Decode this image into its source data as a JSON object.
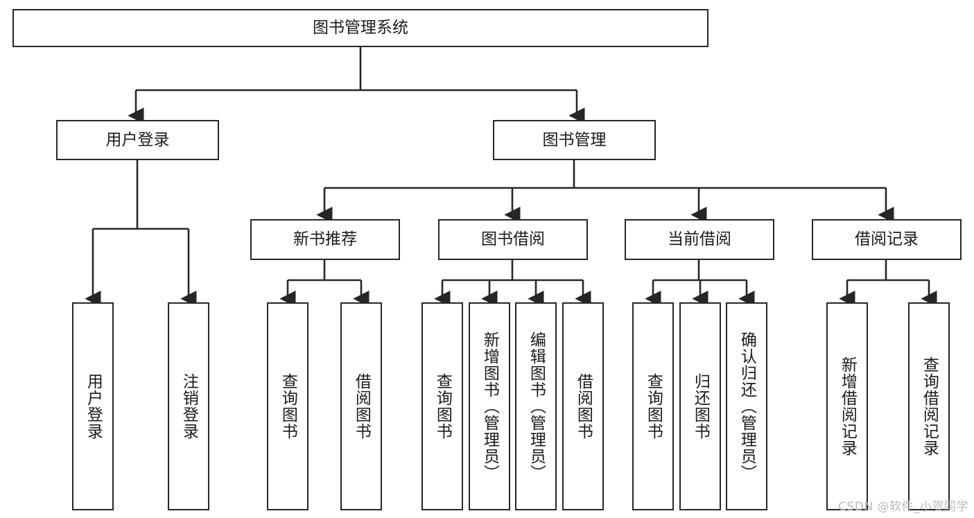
{
  "diagram": {
    "title": "图书管理系统",
    "type": "tree-hierarchy-diagram",
    "watermark": "CSDN @软件_小贺同学",
    "colors": {
      "stroke": "#262626",
      "fill": "#ffffff",
      "text": "#1a1a1a",
      "watermark": "#b9b9b9"
    },
    "root": {
      "label": "图书管理系统"
    },
    "level2": [
      {
        "label": "用户登录"
      },
      {
        "label": "图书管理"
      }
    ],
    "level3": [
      {
        "label": "新书推荐"
      },
      {
        "label": "图书借阅"
      },
      {
        "label": "当前借阅"
      },
      {
        "label": "借阅记录"
      }
    ],
    "leaves": {
      "user_login": [
        {
          "label": "用户登录"
        },
        {
          "label": "注销登录"
        }
      ],
      "new_book": [
        {
          "label": "查询图书"
        },
        {
          "label": "借阅图书"
        }
      ],
      "borrow_book": [
        {
          "label": "查询图书"
        },
        {
          "label": "新增图书（管理员）"
        },
        {
          "label": "编辑图书（管理员）"
        },
        {
          "label": "借阅图书"
        }
      ],
      "current_borrow": [
        {
          "label": "查询图书"
        },
        {
          "label": "归还图书"
        },
        {
          "label": "确认归还（管理员）"
        }
      ],
      "borrow_record": [
        {
          "label": "新增借阅记录"
        },
        {
          "label": "查询借阅记录"
        }
      ]
    }
  }
}
